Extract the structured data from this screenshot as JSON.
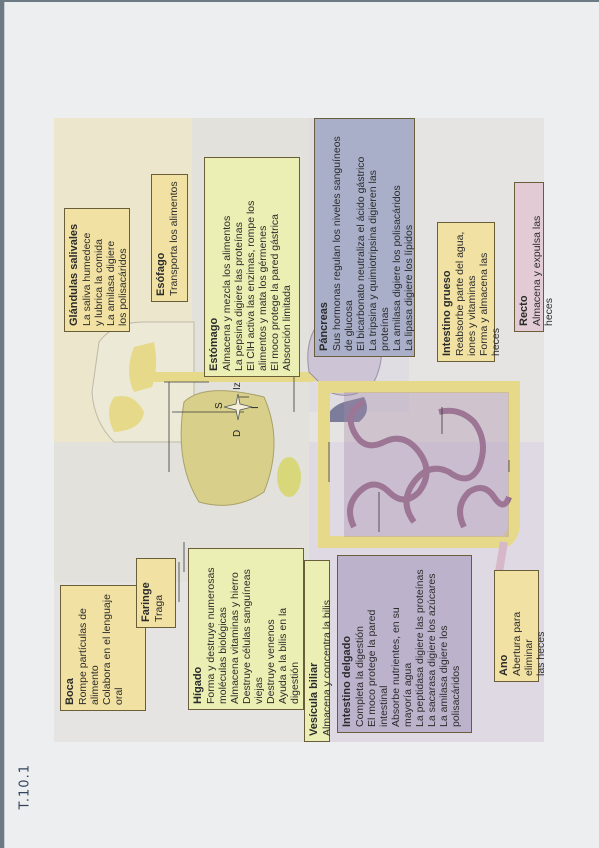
{
  "page_note": "T.10.1",
  "compass": {
    "s": "S",
    "i": "I",
    "d": "D",
    "iz": "Iz"
  },
  "boxes": {
    "boca": {
      "title": "Boca",
      "lines": [
        "Rompe partículas de",
        "alimento",
        "Colabora en el lenguaje",
        "oral"
      ]
    },
    "faringe": {
      "title": "Faringe",
      "lines": [
        "Traga"
      ]
    },
    "higado": {
      "title": "Hígado",
      "lines": [
        "Forma y destruye numerosas",
        "moléculas biológicas",
        "Almacena vitaminas y hierro",
        "Destruye células sanguíneas",
        "viejas",
        "Destruye venenos",
        "Ayuda a la bilis en la",
        "digestión"
      ]
    },
    "vesicula": {
      "title": "Vesícula biliar",
      "lines": [
        "Almacena y concentra la bilis"
      ]
    },
    "intestino_delgado": {
      "title": "Intestino delgado",
      "lines": [
        "Completa la digestión",
        "El moco protege la pared",
        "intestinal",
        "Absorbe nutrientes, en su",
        "mayoría agua",
        "La peptidasa digiere las proteínas",
        "La sacarasa digiere los azúcares",
        "La amilasa digiere los",
        "polisacáridos"
      ]
    },
    "ano": {
      "title": "Ano",
      "lines": [
        "Abertura para eliminar",
        "las heces"
      ]
    },
    "glandulas": {
      "title": "Glándulas salivales",
      "lines": [
        "La saliva humedece",
        "y lubrica la comida",
        "La amilasa digiere",
        "los polisacáridos"
      ]
    },
    "esofago": {
      "title": "Esófago",
      "lines": [
        "Transporta los alimentos"
      ]
    },
    "estomago": {
      "title": "Estómago",
      "lines": [
        "Almacena y mezcla los alimentos",
        "La pepsina digiere las proteínas",
        "El ClH activa las enzimas, rompe los",
        "alimentos y mata los gérmenes",
        "El moco protege la pared gástrica",
        "Absorción limitada"
      ]
    },
    "pancreas": {
      "title": "Páncreas",
      "lines": [
        "Sus hormonas regulan los niveles sanguíneos",
        "de glucosa",
        "El bicarbonato neutraliza el ácido gástrico",
        "La tripsina y quimiotripsina digieren las",
        "proteínas",
        "La amilasa digiere los polisacáridos",
        "La lipasa digiere los lípidos"
      ]
    },
    "intestino_grueso": {
      "title": "Intestino grueso",
      "lines": [
        "Reabsorbe parte del agua,",
        "iones y vitaminas",
        "Forma y almacena las heces"
      ]
    },
    "recto": {
      "title": "Recto",
      "lines": [
        "Almacena y expulsa las heces"
      ]
    }
  },
  "colors": {
    "yellow": "#f1e1a2",
    "lavender": "#bcb2cc",
    "blue": "#a9afc8",
    "pink": "#e3cbd6"
  }
}
